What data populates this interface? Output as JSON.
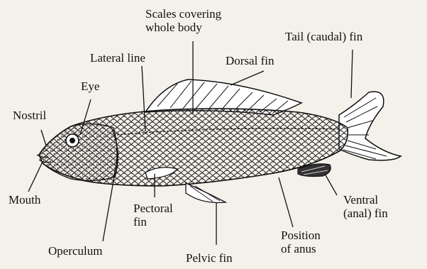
{
  "labels": {
    "scales": "Scales covering\nwhole body",
    "tail_fin": "Tail (caudal) fin",
    "lateral_line": "Lateral line",
    "dorsal_fin": "Dorsal fin",
    "eye": "Eye",
    "nostril": "Nostril",
    "mouth": "Mouth",
    "pectoral_fin": "Pectoral\nfin",
    "operculum": "Operculum",
    "pelvic_fin": "Pelvic fin",
    "position_of_anus": "Position\nof anus",
    "ventral_fin": "Ventral\n(anal) fin"
  }
}
